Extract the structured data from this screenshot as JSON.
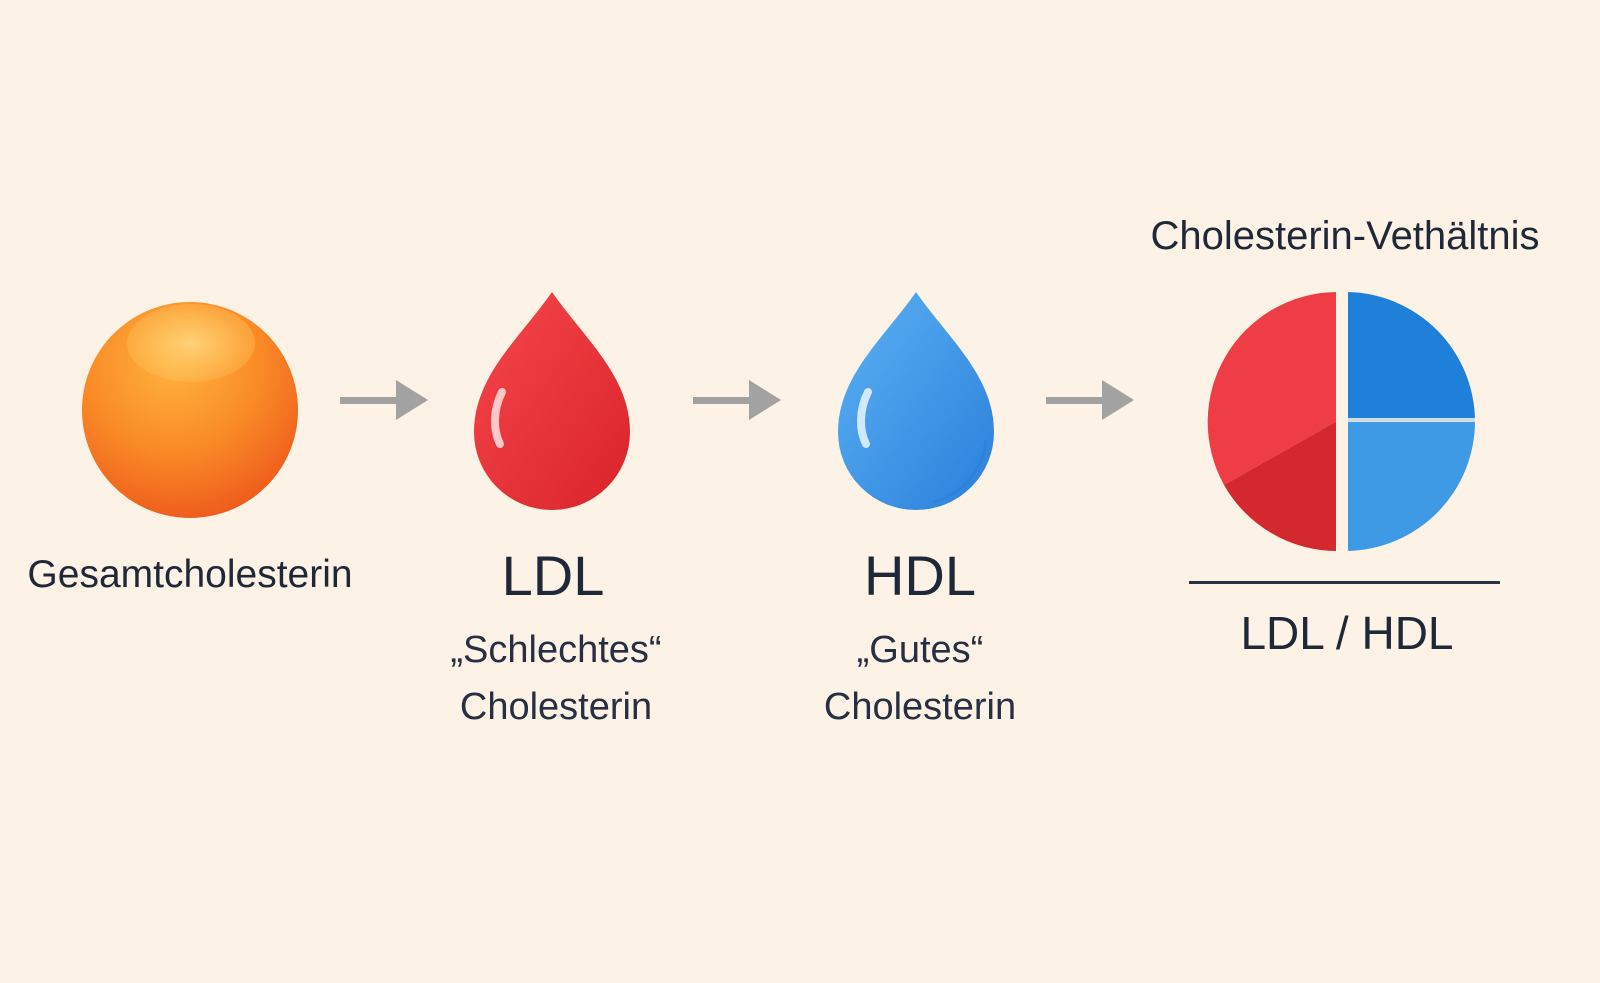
{
  "nodes": [
    {
      "id": "total",
      "label": "Gesamtcholesterin",
      "color": "#f47a22"
    },
    {
      "id": "ldl",
      "label": "LDL",
      "sub_1": "„Schlechtes“",
      "sub_2": "Cholesterin",
      "color": "#e0333b"
    },
    {
      "id": "hdl",
      "label": "HDL",
      "sub_1": "„Gutes“",
      "sub_2": "Cholesterin",
      "color": "#3b93e3"
    }
  ],
  "ratio": {
    "title": "Cholesterin-Vethältnis",
    "formula": "LDL / HDL",
    "colors": {
      "red": "#ee3d44",
      "red_dark": "#d4282f",
      "blue": "#1f80d9",
      "blue_light": "#3f9ae6"
    }
  },
  "arrow_color": "#a2a2a2",
  "background": "#fcf2e6"
}
